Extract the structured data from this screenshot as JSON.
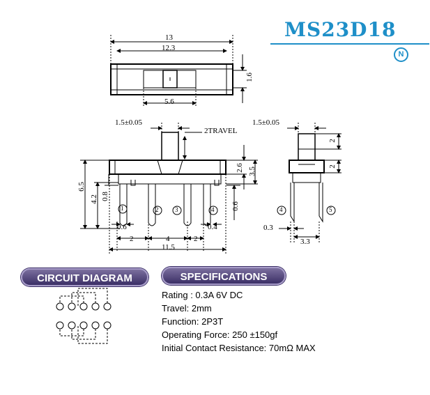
{
  "header": {
    "model": "MS23D18",
    "badge": "N"
  },
  "top_view": {
    "dim_overall": "13",
    "dim_inner": "12.3",
    "dim_height": "1.6",
    "dim_slot": "5.6"
  },
  "front_view": {
    "dim_actuator": "1.5±0.05",
    "travel": "2TRAVEL",
    "dim_body_h": "2.6",
    "dim_total_h": "3.5",
    "dim_6_5": "6.5",
    "dim_4_2": "4.2",
    "dim_0_8": "0.8",
    "dim_0_6_right": "0.6",
    "dim_0_6_left": "0.6",
    "dim_0_4": "0.4",
    "pitch_a": "2",
    "pitch_b": "4",
    "pitch_c": "2",
    "dim_width": "11.5",
    "pins": [
      "1",
      "2",
      "3",
      "4"
    ]
  },
  "side_view": {
    "dim_actuator": "1.5±0.05",
    "dim_2_top": "2",
    "dim_2_bottom": "2",
    "dim_0_3": "0.3",
    "dim_3_3": "3.3",
    "pins": [
      "4",
      "5"
    ]
  },
  "circuit": {
    "label": "CIRCUIT DIAGRAM"
  },
  "specifications": {
    "label": "SPECIFICATIONS",
    "lines": [
      "Rating : 0.3A 6V DC",
      "Travel: 2mm",
      "Function: 2P3T",
      "Operating Force: 250 ±150gf",
      "Initial Contact Resistance: 70mΩ MAX"
    ]
  },
  "colors": {
    "accent": "#1e8fc8",
    "pill": "#3b2f66"
  }
}
